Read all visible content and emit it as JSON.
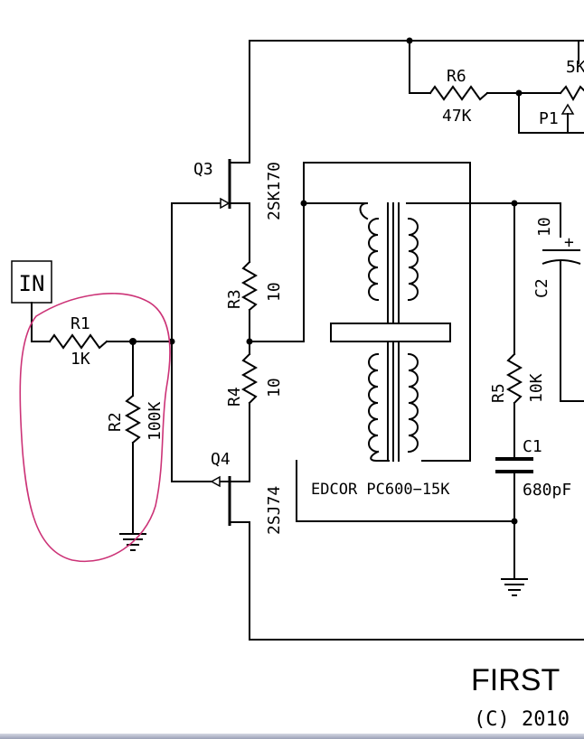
{
  "input_label": "IN",
  "components": {
    "r1": {
      "ref": "R1",
      "value": "1K"
    },
    "r2": {
      "ref": "R2",
      "value": "100K"
    },
    "r3": {
      "ref": "R3",
      "value": "10"
    },
    "r4": {
      "ref": "R4",
      "value": "10"
    },
    "r5": {
      "ref": "R5",
      "value": "10K"
    },
    "r6": {
      "ref": "R6",
      "value": "47K"
    },
    "p1": {
      "ref": "P1",
      "value": "5K"
    },
    "c1": {
      "ref": "C1",
      "value": "680pF"
    },
    "c2": {
      "ref": "C2",
      "value": "10",
      "polarity": "+"
    },
    "q3": {
      "ref": "Q3",
      "part": "2SK170"
    },
    "q4": {
      "ref": "Q4",
      "part": "2SJ74"
    },
    "transformer": {
      "label": "EDCOR PC600−15K"
    }
  },
  "title_block": {
    "title": "FIRST",
    "copyright": "(C) 2010"
  },
  "colors": {
    "wire": "#000000",
    "annotation": "#cc3377",
    "background": "#ffffff"
  }
}
